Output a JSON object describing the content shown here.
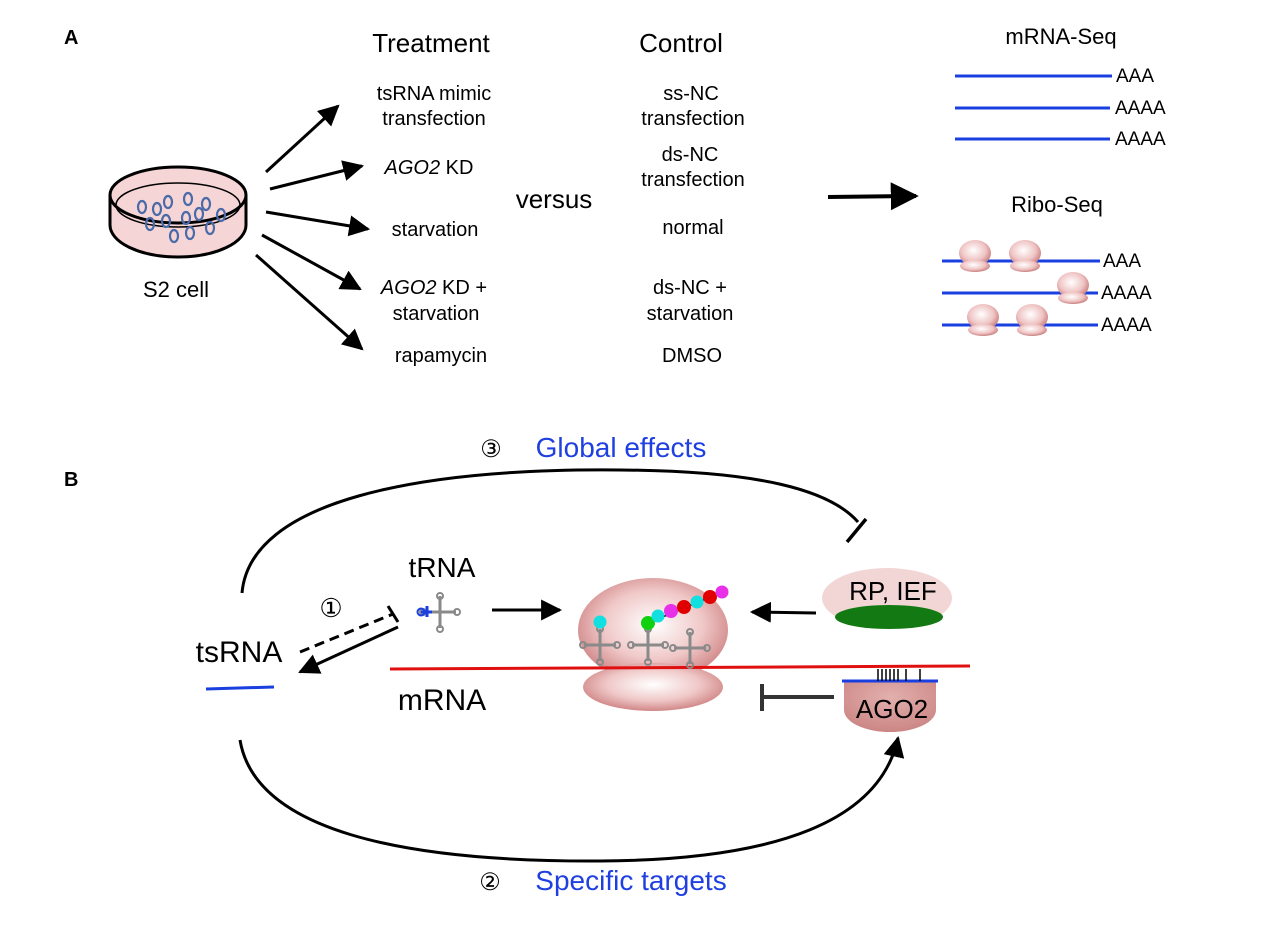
{
  "panel_a": {
    "label": "A",
    "treatment_header": "Treatment",
    "control_header": "Control",
    "versus": "versus",
    "cell_label": "S2 cell",
    "treatments": [
      {
        "lines": [
          "tsRNA mimic",
          "transfection"
        ]
      },
      {
        "italic": "AGO2",
        "rest": " KD"
      },
      {
        "lines": [
          "starvation"
        ]
      },
      {
        "italic": "AGO2",
        "rest": " KD +",
        "line2": "starvation"
      },
      {
        "lines": [
          "rapamycin"
        ]
      }
    ],
    "controls": [
      {
        "lines": [
          "ss-NC",
          "transfection"
        ]
      },
      {
        "lines": [
          "ds-NC",
          "transfection"
        ]
      },
      {
        "lines": [
          "normal"
        ]
      },
      {
        "lines": [
          "ds-NC +",
          "starvation"
        ]
      },
      {
        "lines": [
          "DMSO"
        ]
      }
    ],
    "mrna_seq": {
      "title": "mRNA-Seq",
      "tails": [
        "AAA",
        "AAAA",
        "AAAA"
      ]
    },
    "ribo_seq": {
      "title": "Ribo-Seq",
      "tails": [
        "AAA",
        "AAAA",
        "AAAA"
      ]
    }
  },
  "panel_b": {
    "label": "B",
    "global_marker": "③",
    "global_label": "Global effects",
    "specific_marker": "②",
    "specific_label": "Specific targets",
    "marker_one": "①",
    "trna_label": "tRNA",
    "tsrna_label": "tsRNA",
    "mrna_label": "mRNA",
    "rp_label": "RP, IEF",
    "ago2_label": "AGO2"
  },
  "colors": {
    "blue_line": "#1a3fe0",
    "label_blue": "#1f3fe0",
    "mrna_red": "#e01010",
    "green": "#137a13",
    "ago2_fill": "#d49a98",
    "rp_fill": "#f2d6d6",
    "dish_fill": "#f5d5d5"
  }
}
